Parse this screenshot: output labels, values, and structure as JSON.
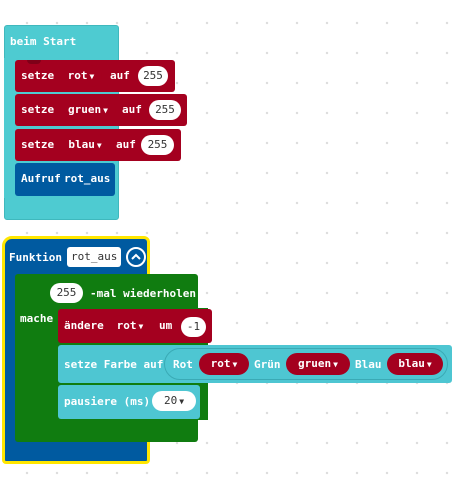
{
  "start_block": {
    "label": "beim Start",
    "set_label": "setze",
    "to_label": "auf",
    "statements": [
      {
        "variable": "rot",
        "value": "255"
      },
      {
        "variable": "gruen",
        "value": "255"
      },
      {
        "variable": "blau",
        "value": "255"
      }
    ],
    "call": {
      "label": "Aufruf",
      "function": "rot_aus"
    }
  },
  "function_block": {
    "label": "Funktion",
    "name": "rot_aus",
    "do_label": "mache",
    "repeat": {
      "times": "255",
      "label": "-mal wiederholen"
    },
    "change": {
      "label": "ändere",
      "variable": "rot",
      "by_label": "um",
      "value": "-1"
    },
    "set_color": {
      "label": "setze Farbe auf",
      "r_label": "Rot",
      "r_var": "rot",
      "g_label": "Grün",
      "g_var": "gruen",
      "b_label": "Blau",
      "b_var": "blau"
    },
    "pause": {
      "label": "pausiere (ms)",
      "value": "20"
    }
  },
  "colors": {
    "event": "#4ecbd1",
    "variables": "#a4001f",
    "functions": "#005aa0",
    "loops": "#107c10",
    "light": "#4ec6d2",
    "highlight": "#ffe600"
  },
  "icons": {
    "collapse": "chevron-up-icon",
    "dropdown": "caret-down-icon"
  }
}
